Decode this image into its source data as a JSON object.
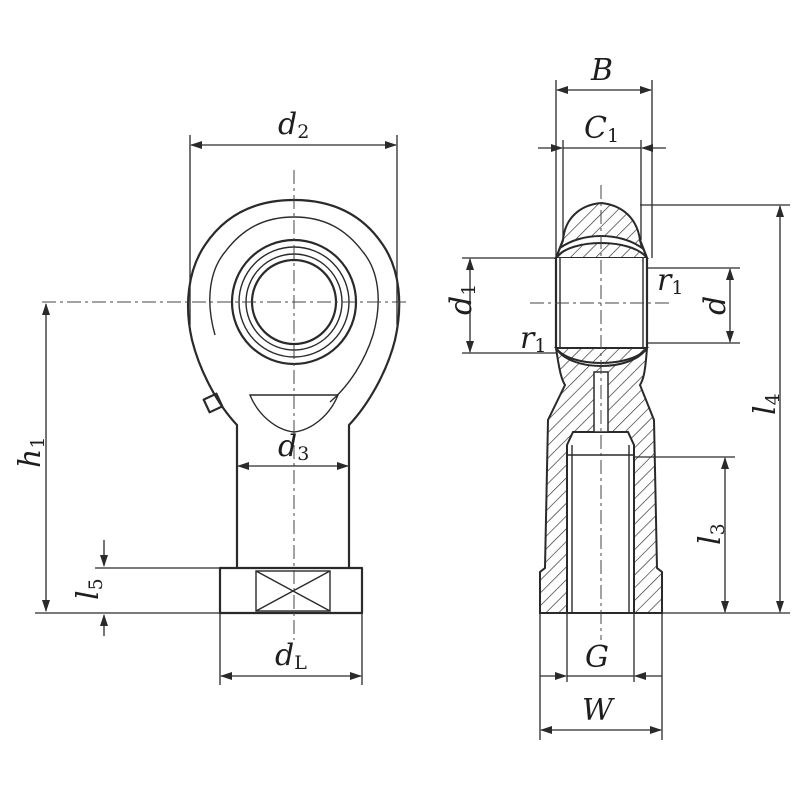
{
  "labels": {
    "d2": {
      "main": "d",
      "sub": "2"
    },
    "d3": {
      "main": "d",
      "sub": "3"
    },
    "h1": {
      "main": "h",
      "sub": "1"
    },
    "l5": {
      "main": "l",
      "sub": "5"
    },
    "dL": {
      "main": "d",
      "sub": "L"
    },
    "B": {
      "main": "B"
    },
    "C1": {
      "main": "C",
      "sub": "1"
    },
    "d1": {
      "main": "d",
      "sub": "1"
    },
    "r1_top": {
      "main": "r",
      "sub": "1"
    },
    "r1_bottom": {
      "main": "r",
      "sub": "1"
    },
    "d": {
      "main": "d"
    },
    "l4": {
      "main": "l",
      "sub": "4"
    },
    "l3": {
      "main": "l",
      "sub": "3"
    },
    "G": {
      "main": "G"
    },
    "W": {
      "main": "W"
    }
  }
}
